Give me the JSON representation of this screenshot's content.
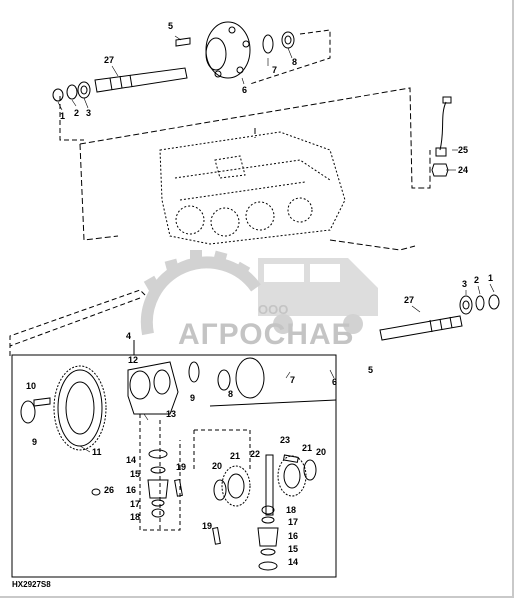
{
  "watermark": {
    "brand": "АГРОСНАБ",
    "prefix": "ООО"
  },
  "figure_code": "HX2927S8",
  "callouts": [
    {
      "id": "c5a",
      "text": "5"
    },
    {
      "id": "c27a",
      "text": "27"
    },
    {
      "id": "c7a",
      "text": "7"
    },
    {
      "id": "c8a",
      "text": "8"
    },
    {
      "id": "c6a",
      "text": "6"
    },
    {
      "id": "c1a",
      "text": "1"
    },
    {
      "id": "c2a",
      "text": "2"
    },
    {
      "id": "c3a",
      "text": "3"
    },
    {
      "id": "c25",
      "text": "25"
    },
    {
      "id": "c24",
      "text": "24"
    },
    {
      "id": "c3b",
      "text": "3"
    },
    {
      "id": "c2b",
      "text": "2"
    },
    {
      "id": "c1b",
      "text": "1"
    },
    {
      "id": "c27b",
      "text": "27"
    },
    {
      "id": "c4",
      "text": "4"
    },
    {
      "id": "c7b",
      "text": "7"
    },
    {
      "id": "c6b",
      "text": "6"
    },
    {
      "id": "c5b",
      "text": "5"
    },
    {
      "id": "c8b",
      "text": "8"
    },
    {
      "id": "c9a",
      "text": "9"
    },
    {
      "id": "c10",
      "text": "10"
    },
    {
      "id": "c9b",
      "text": "9"
    },
    {
      "id": "c11",
      "text": "11"
    },
    {
      "id": "c12",
      "text": "12"
    },
    {
      "id": "c13",
      "text": "13"
    },
    {
      "id": "c14a",
      "text": "14"
    },
    {
      "id": "c15a",
      "text": "15"
    },
    {
      "id": "c16a",
      "text": "16"
    },
    {
      "id": "c17a",
      "text": "17"
    },
    {
      "id": "c18a",
      "text": "18"
    },
    {
      "id": "c19a",
      "text": "19"
    },
    {
      "id": "c26",
      "text": "26"
    },
    {
      "id": "c23",
      "text": "23"
    },
    {
      "id": "c22",
      "text": "22"
    },
    {
      "id": "c21a",
      "text": "21"
    },
    {
      "id": "c21b",
      "text": "21"
    },
    {
      "id": "c20a",
      "text": "20"
    },
    {
      "id": "c20b",
      "text": "20"
    },
    {
      "id": "c18b",
      "text": "18"
    },
    {
      "id": "c17b",
      "text": "17"
    },
    {
      "id": "c16b",
      "text": "16"
    },
    {
      "id": "c15b",
      "text": "15"
    },
    {
      "id": "c14b",
      "text": "14"
    },
    {
      "id": "c19b",
      "text": "19"
    }
  ]
}
